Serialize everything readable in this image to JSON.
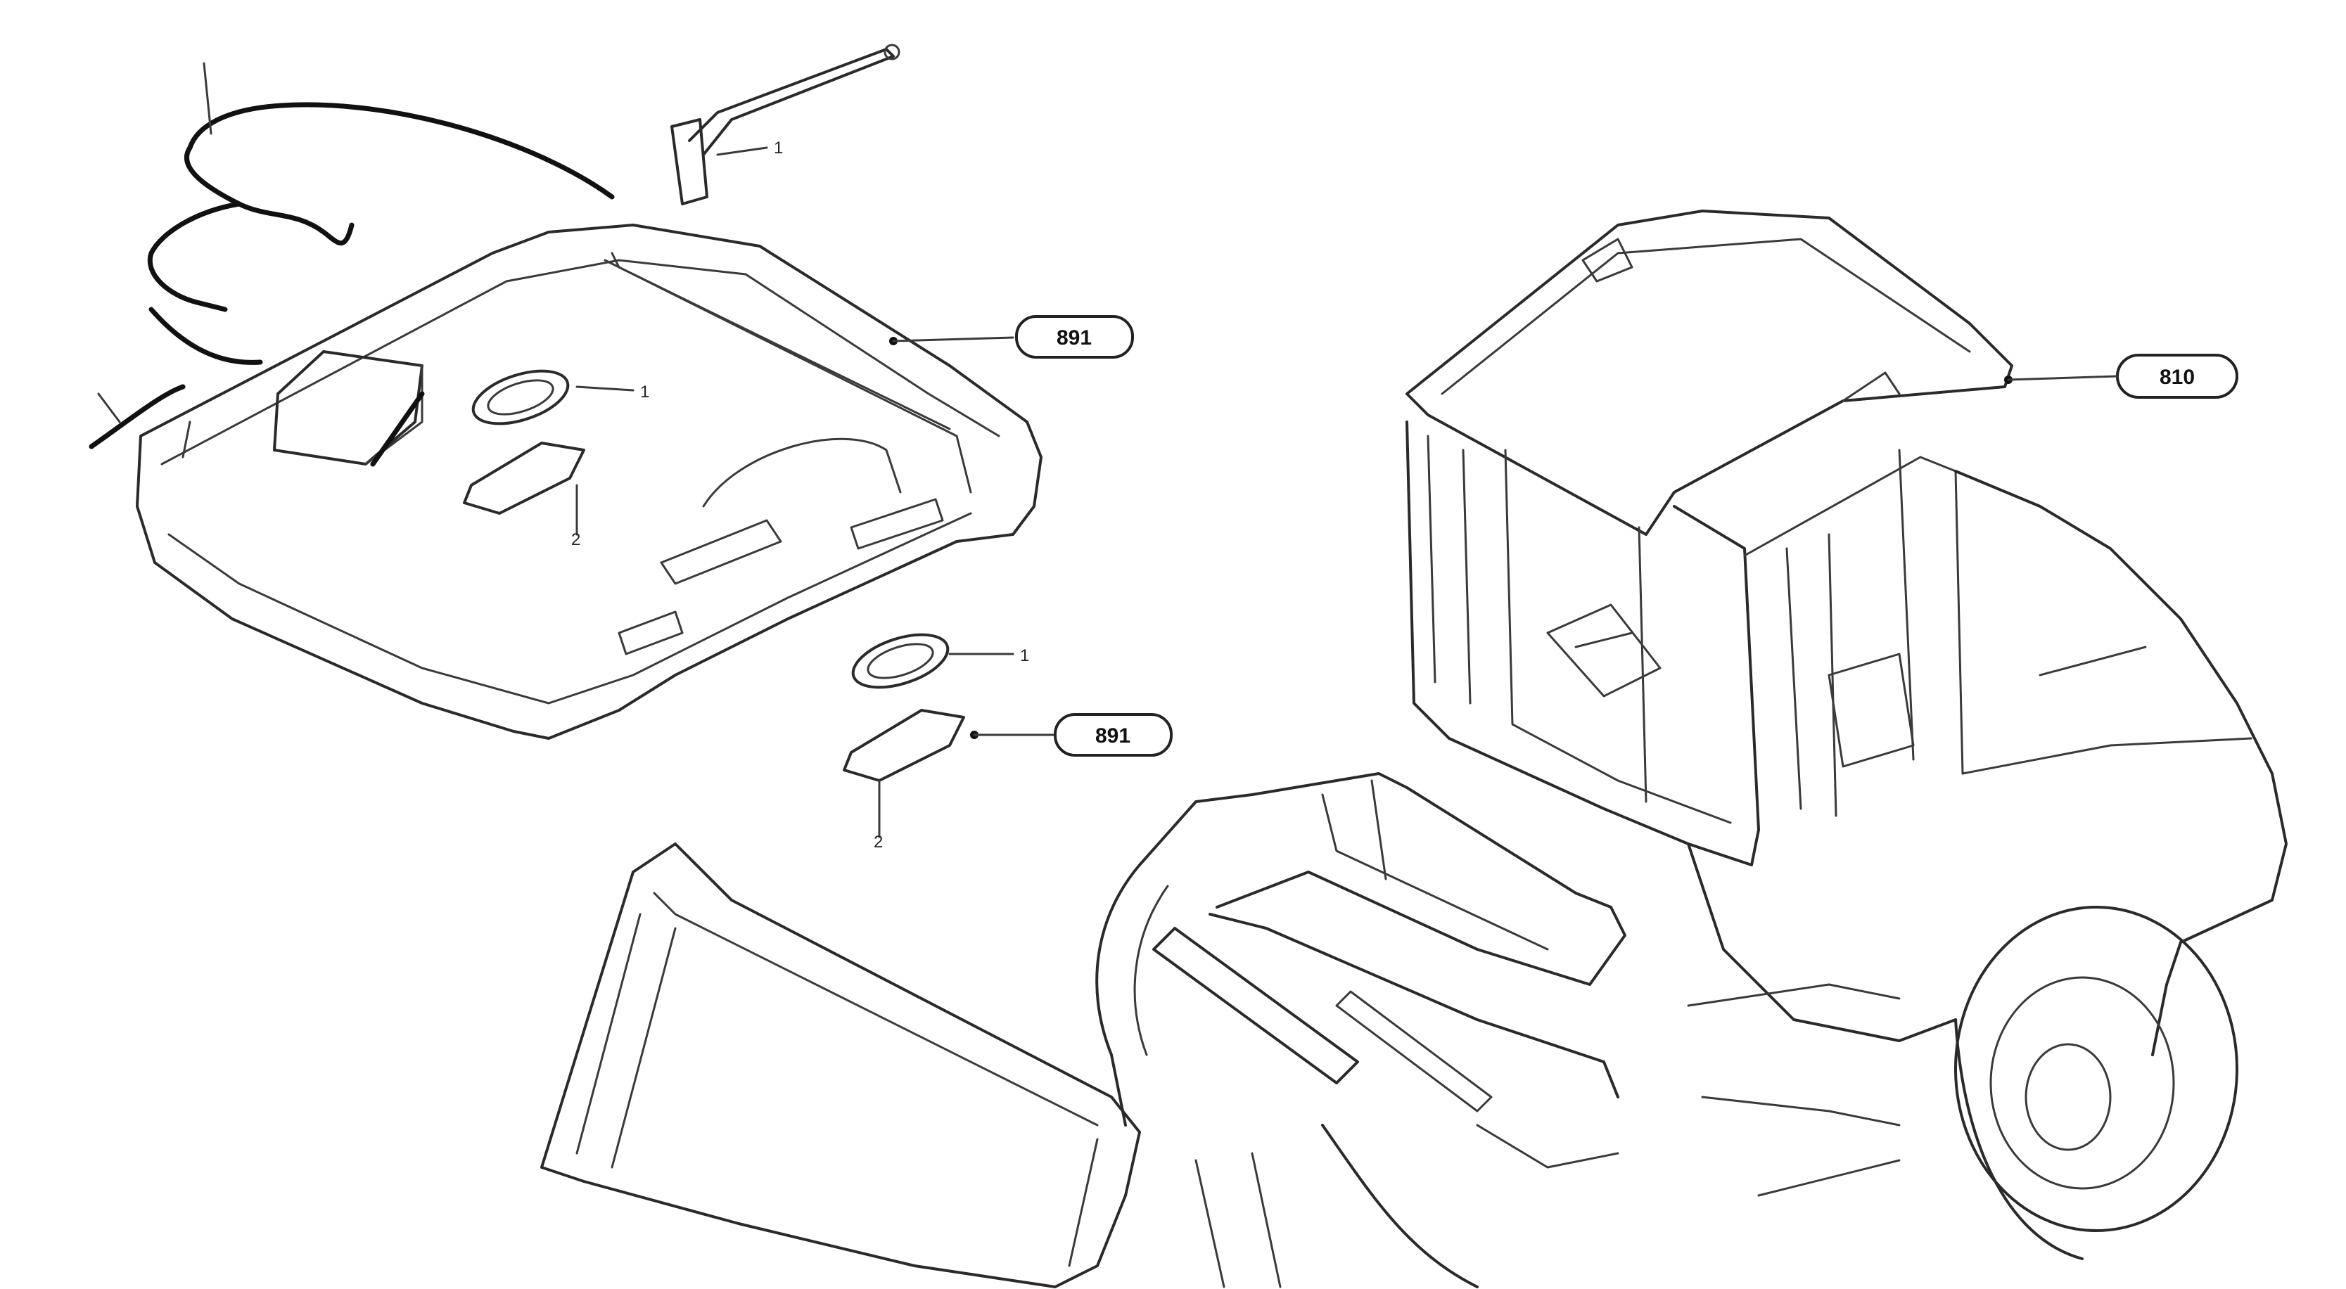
{
  "diagram": {
    "reference_labels": [
      "891",
      "891",
      "810"
    ],
    "item_numbers": [
      "1",
      "1",
      "2",
      "1",
      "2"
    ],
    "drawing_id": ""
  }
}
